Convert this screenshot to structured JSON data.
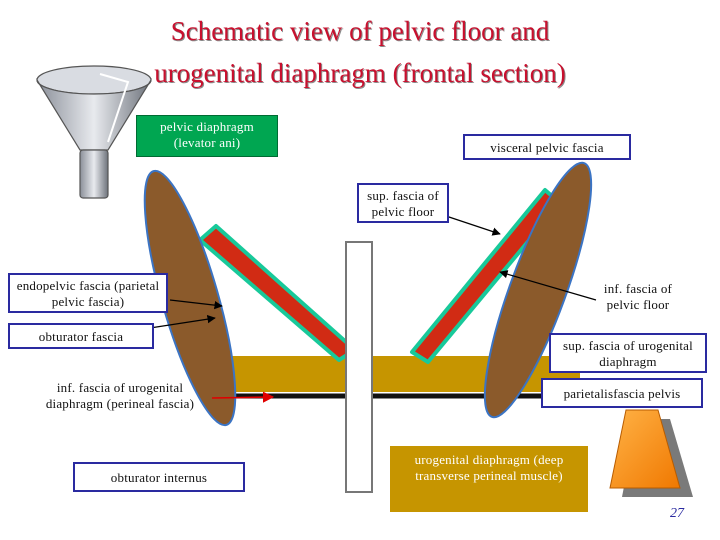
{
  "title": {
    "line1": "Schematic view of pelvic floor and",
    "line2": "urogenital diaphragm (frontal section)"
  },
  "labels": {
    "pelvic_diaphragm": "pelvic diaphragm (levator ani)",
    "visceral_pelvic_fascia": "visceral pelvic fascia",
    "sup_fascia_pelvic_floor": "sup. fascia of pelvic floor",
    "endopelvic_fascia": "endopelvic fascia (parietal pelvic fascia)",
    "inf_fascia_pelvic_floor": "inf. fascia of pelvic floor",
    "obturator_fascia": "obturator fascia",
    "sup_fascia_urogenital": "sup. fascia of urogenital diaphragm",
    "inf_fascia_urogenital": "inf. fascia of urogenital diaphragm (perineal fascia)",
    "parietal_fascia_pelvis": "parietalisfascia pelvis",
    "obturator_internus": "obturator internus",
    "urogenital_diaphragm": "urogenital diaphragm (deep transverse perineal muscle)"
  },
  "page_number": "27",
  "colors": {
    "title": "#c8102e",
    "levator": "#d12b14",
    "fascia_border": "#18c99a",
    "obturator_muscle": "#8b5a2b",
    "urogenital_band": "#c69500",
    "green_label": "#00a651",
    "box_border": "#2a2aa0"
  },
  "icons": [
    "funnel-icon",
    "trapezoid-icon"
  ]
}
